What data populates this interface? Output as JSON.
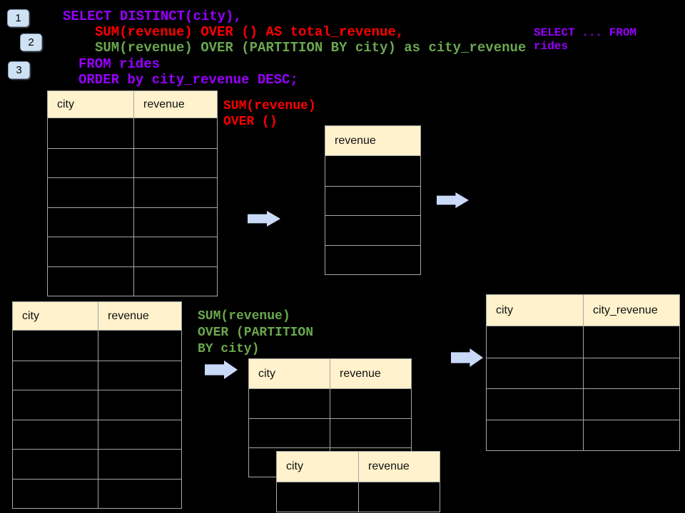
{
  "colors": {
    "bg": "#000000",
    "purple": "#9900FF",
    "red": "#FF0000",
    "green": "#6AA84F",
    "cream": "#FFF2CC",
    "tborder": "#A6A6A6",
    "arrow": "#C9DAF8",
    "badge": "#CFE2F3"
  },
  "badges": [
    {
      "label": "1"
    },
    {
      "label": "2"
    },
    {
      "label": "3"
    }
  ],
  "code": {
    "lines": [
      {
        "text": "SELECT DISTINCT(city),"
      },
      {
        "text": "SUM(revenue) OVER () AS total_revenue,"
      },
      {
        "text": "SUM(revenue) OVER (PARTITION BY city) as city_revenue"
      },
      {
        "text": "FROM rides"
      },
      {
        "text": "ORDER by city_revenue DESC;"
      }
    ]
  },
  "side_note": {
    "lines": [
      "SELECT ... FROM",
      "rides"
    ]
  },
  "annotations": {
    "total": {
      "lines": [
        "SUM(revenue)",
        "OVER ()"
      ]
    },
    "partition": {
      "lines": [
        "SUM(revenue)",
        "OVER (PARTITION",
        "BY city)"
      ]
    }
  },
  "tables": {
    "source": {
      "headers": [
        "city",
        "revenue"
      ],
      "rows": 6
    },
    "total_revenue": {
      "headers": [
        "revenue"
      ],
      "rows": 4
    },
    "source2": {
      "headers": [
        "city",
        "revenue"
      ],
      "rows": 6
    },
    "partition_mid": {
      "headers": [
        "city",
        "revenue"
      ],
      "rows": 3
    },
    "partition_front": {
      "headers": [
        "city",
        "revenue"
      ],
      "rows": 1
    },
    "result": {
      "headers": [
        "city",
        "city_revenue"
      ],
      "rows": 4
    }
  }
}
